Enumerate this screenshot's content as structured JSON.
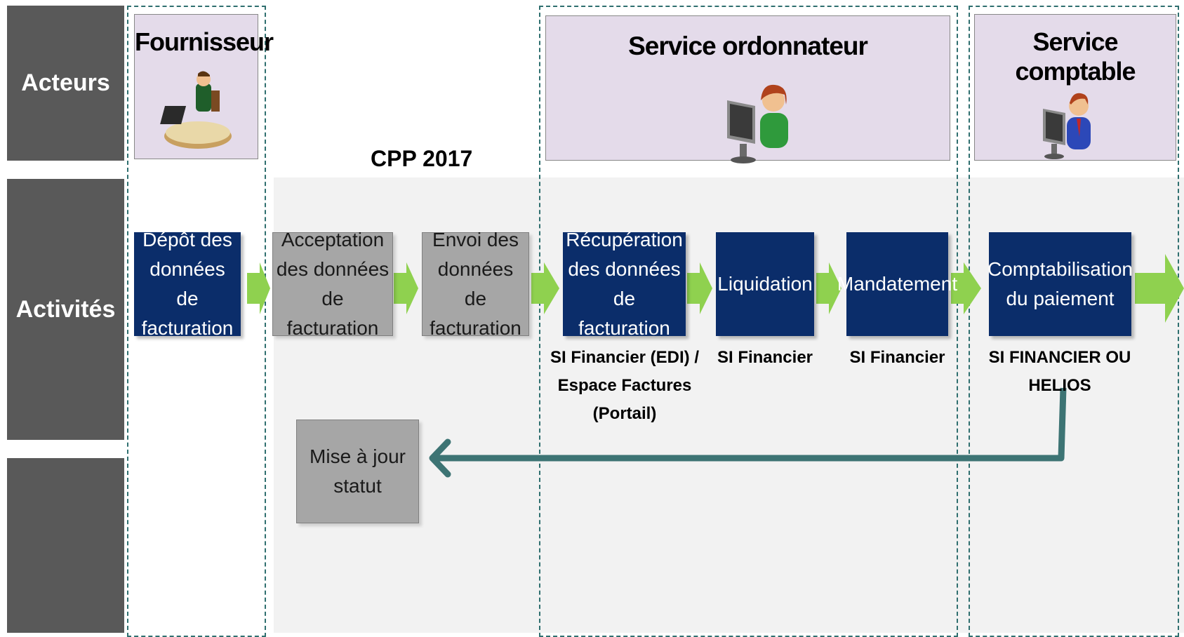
{
  "rows": {
    "actors": "Acteurs",
    "activities": "Activités",
    "third": ""
  },
  "cpp_label": "CPP 2017",
  "actors": {
    "supplier": "Fournisseur",
    "ordering": "Service ordonnateur",
    "accounting": "Service comptable"
  },
  "activities": {
    "depot": "Dépôt des\ndonnées de\nfacturation",
    "acceptation": "Acceptation\ndes données\nde facturation",
    "envoi": "Envoi des\ndonnées de\nfacturation",
    "recuperation": "Récupération\ndes  données\nde facturation",
    "liquidation": "Liquidation",
    "mandatement": "Mandatement",
    "comptabilisation": "Comptabilisation\ndu paiement",
    "mise_a_jour": "Mise à jour\nstatut"
  },
  "systems": {
    "recuperation": "SI Financier (EDI) /\nEspace Factures (Portail)",
    "liquidation": "SI Financier",
    "mandatement": "SI Financier",
    "comptabilisation": "SI FINANCIER OU\nHELIOS"
  },
  "colors": {
    "row_label_bg": "#595959",
    "actor_bg": "#e4dbea",
    "dark_box": "#0b2d6a",
    "grey_box": "#a6a6a6",
    "green_arrow": "#8fd14f",
    "return_arrow": "#3d7474",
    "lane_border": "#2f6f6f"
  },
  "icons": [
    "supplier-at-desk-icon",
    "person-at-computer-icon",
    "businessman-at-computer-icon"
  ]
}
